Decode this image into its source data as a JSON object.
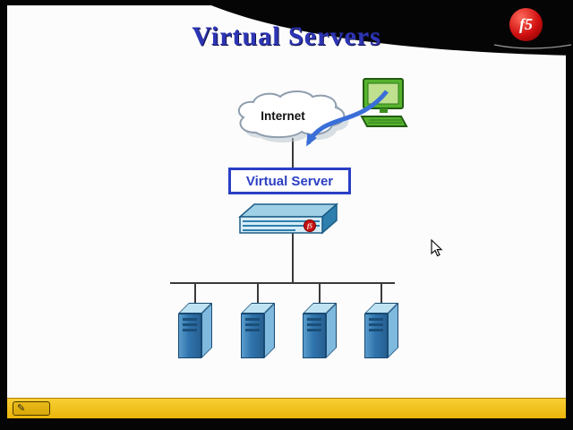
{
  "slide": {
    "title": "Virtual Servers",
    "logo": {
      "text": "f5"
    },
    "diagram": {
      "internet_label": "Internet",
      "virtual_server_label": "Virtual Server",
      "appliance_logo": "f5",
      "servers": {
        "count": 4
      }
    }
  },
  "toolbar": {
    "pen_glyph": "✎"
  },
  "colors": {
    "title_blue": "#2d35b5",
    "box_blue": "#2b3fc4",
    "arrow_blue": "#3a6fd8",
    "logo_red": "#c00000",
    "bar_gold": "#eab40a",
    "server_blue": "#2f74ad",
    "computer_green": "#57b32e"
  }
}
